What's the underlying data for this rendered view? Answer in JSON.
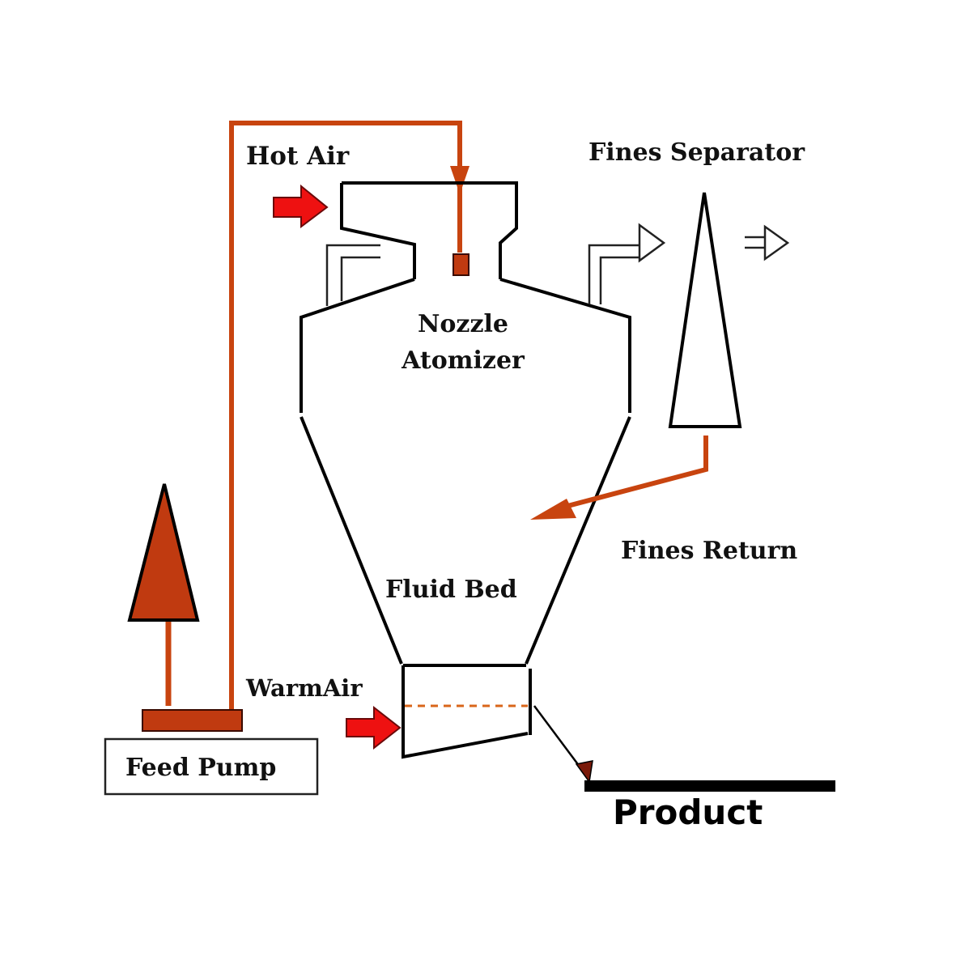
{
  "diagram": {
    "labels": {
      "hot_air": "Hot Air",
      "fines_separator": "Fines Separator",
      "nozzle_line1": "Nozzle",
      "nozzle_line2": "Atomizer",
      "fines_return": "Fines Return",
      "fluid_bed": "Fluid Bed",
      "warm_air": "WarmAir",
      "feed_pump": "Feed Pump",
      "product": "Product"
    },
    "colors": {
      "flow": "#c8440f",
      "inlet_arrow": "#ee1111",
      "feed_arrow": "#c03a10",
      "outline": "#000000"
    }
  }
}
